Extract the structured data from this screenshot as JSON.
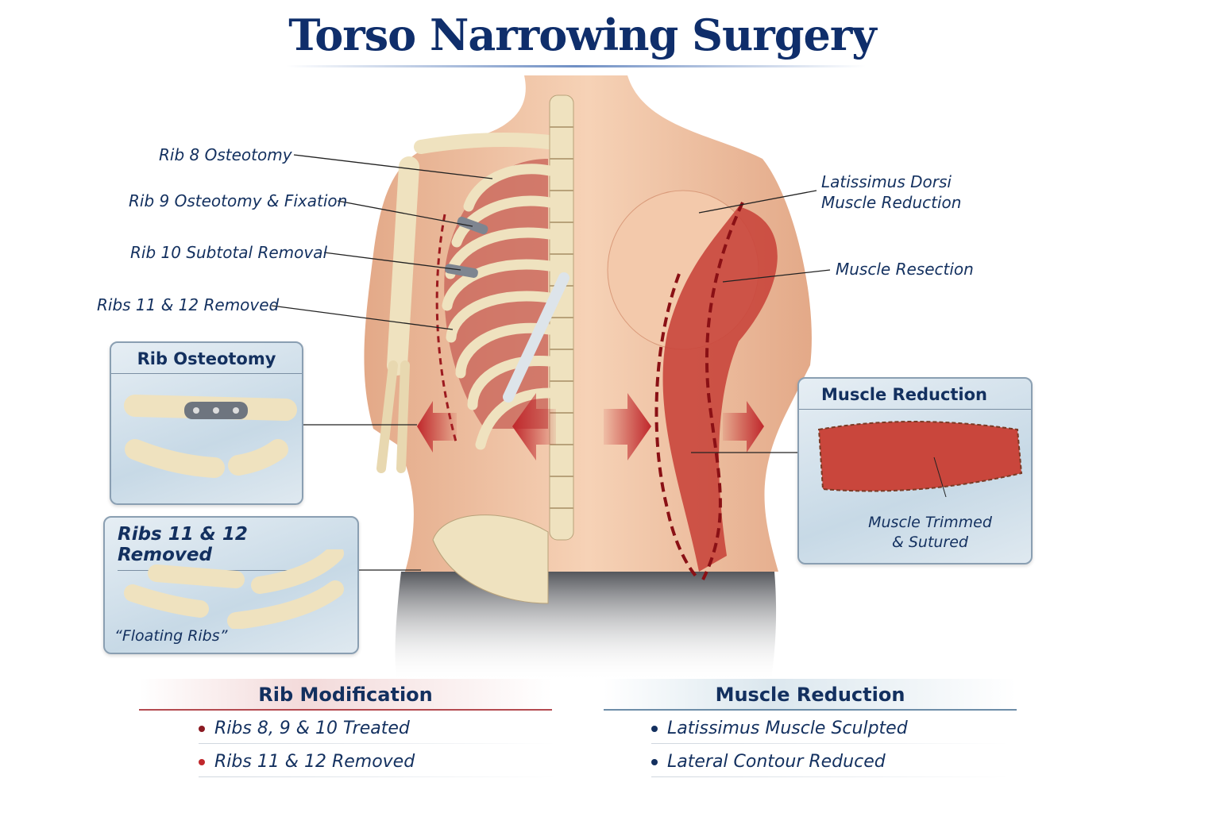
{
  "title": "Torso Narrowing Surgery",
  "callouts": {
    "rib8": "Rib 8 Osteotomy",
    "rib9": "Rib 9 Osteotomy & Fixation",
    "rib10": "Rib 10 Subtotal Removal",
    "ribs1112": "Ribs 11 & 12 Removed",
    "lat_line1": "Latissimus Dorsi",
    "lat_line2": "Muscle Reduction",
    "resection": "Muscle Resection"
  },
  "insets": {
    "osteotomy": {
      "title": "Rib Osteotomy"
    },
    "removed": {
      "title": "Ribs 11 & 12 Removed",
      "caption": "“Floating Ribs”"
    },
    "muscle": {
      "title": "Muscle Reduction",
      "caption_line1": "Muscle Trimmed",
      "caption_line2": "& Sutured"
    }
  },
  "summary": {
    "rib": {
      "title": "Rib Modification",
      "items": [
        "Ribs 8, 9 & 10 Treated",
        "Ribs 11 & 12 Removed"
      ],
      "color": "#8b1a22"
    },
    "muscle": {
      "title": "Muscle Reduction",
      "items": [
        "Latissimus Muscle Sculpted",
        "Lateral Contour Reduced"
      ],
      "color": "#13305f"
    }
  },
  "colors": {
    "skin": "#f0c4a4",
    "bone": "#efe2bf",
    "muscle": "#c9463c",
    "arrow": "#c0282c",
    "navy": "#13305f"
  }
}
